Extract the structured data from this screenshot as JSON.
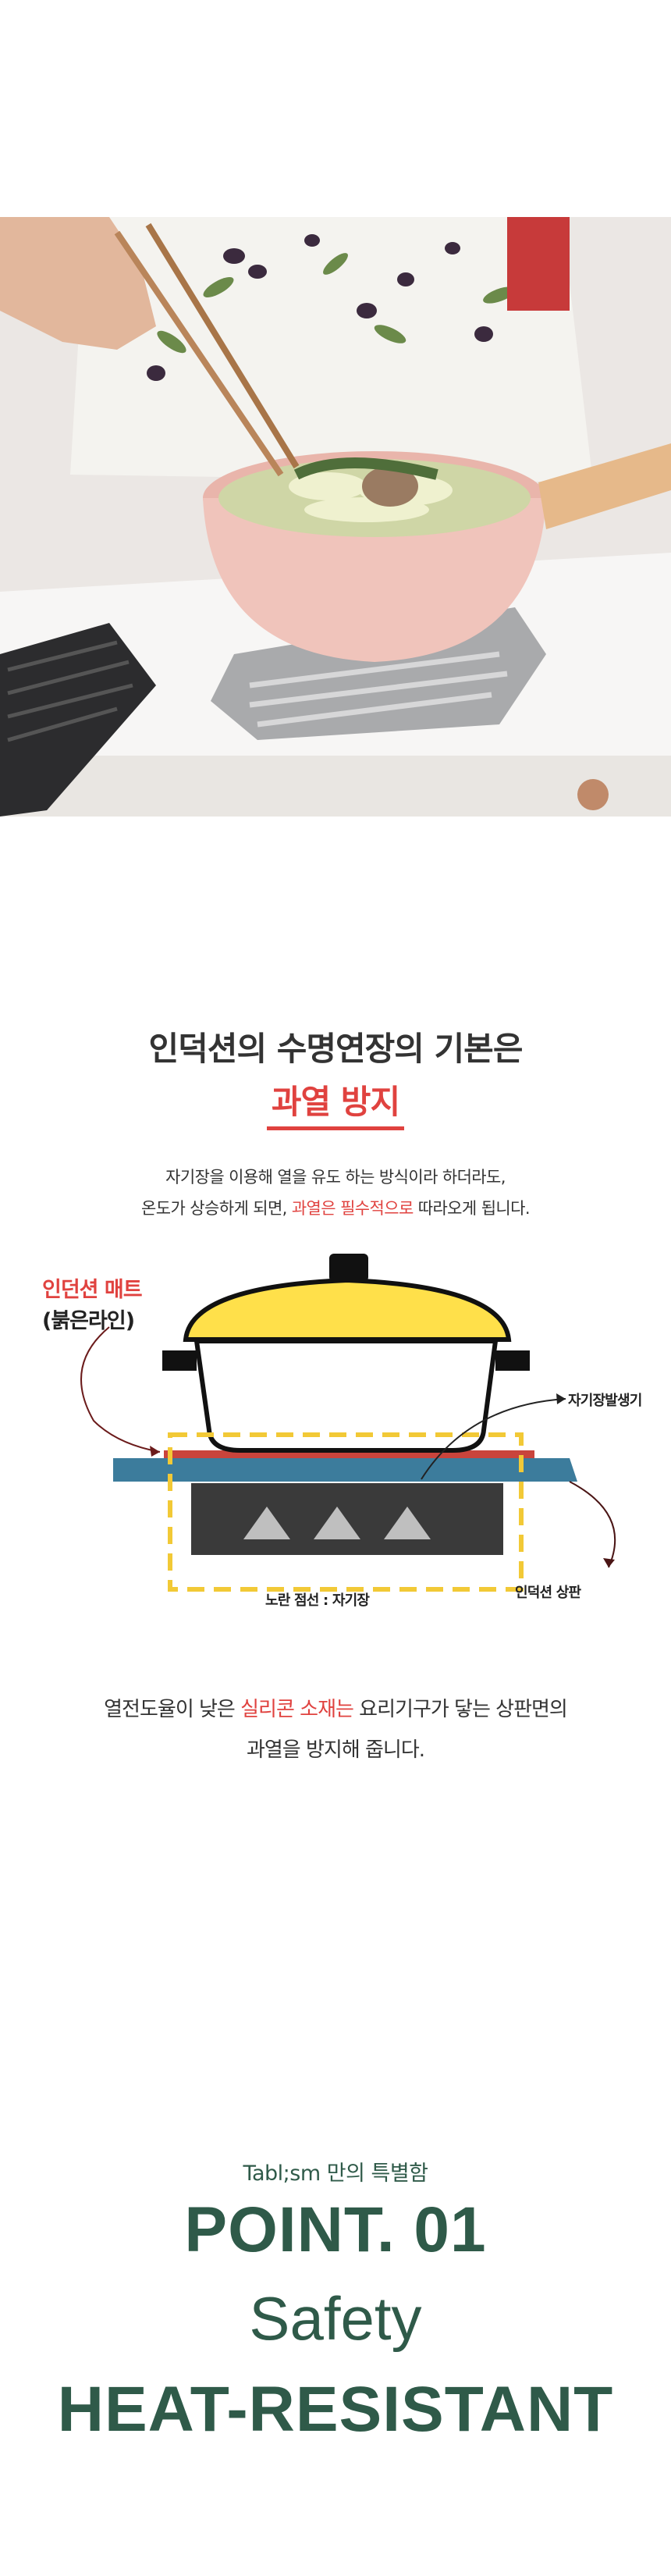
{
  "headline": {
    "line1": "인덕션의 수명연장의 기본은",
    "line2": "과열 방지"
  },
  "description": {
    "line1": "자기장을 이용해 열을 유도 하는 방식이라 하더라도,",
    "line2_before": "온도가 상승하게 되면, ",
    "line2_highlight": "과열은 필수적으로",
    "line2_after": " 따라오게 됩니다."
  },
  "diagram": {
    "mat_title": "인던션 매트",
    "mat_sub": "(붉은라인)",
    "field_label": "자기장발생기",
    "top_label": "인덕션 상판",
    "yellow_label": "노란 점선 : 자기장"
  },
  "description2": {
    "line1_before": "열전도율이 낮은 ",
    "line1_highlight": "실리콘 소재는",
    "line1_after": " 요리기구가 닿는 상판면의",
    "line2": "과열을  방지해 줍니다."
  },
  "point": {
    "kicker": "Tabl;sm 만의 특별함",
    "title": "POINT. 01",
    "subtitle": "Safety",
    "feature": "HEAT-RESISTANT"
  },
  "colors": {
    "accent_red": "#e0423f",
    "brand_green": "#2f5a49",
    "lid_yellow": "#ffe04a",
    "plate_blue": "#3c7c9c"
  }
}
